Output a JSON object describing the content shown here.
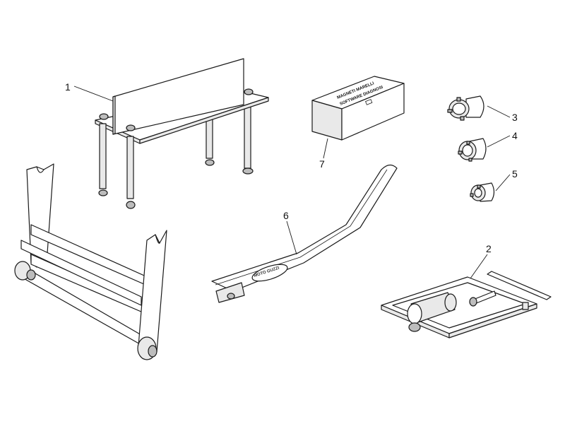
{
  "colors": {
    "line": "#1a1a1a",
    "shade": "#e9e9e9",
    "dark": "#bdbdbd",
    "background": "#ffffff"
  },
  "callouts": {
    "c1": "1",
    "c2": "2",
    "c3": "3",
    "c4": "4",
    "c5": "5",
    "c6": "6",
    "c7": "7"
  },
  "box_label": {
    "line1": "MAGNETI MARELLI",
    "line2": "SOFTWARE DIAGNOSI"
  },
  "emblem": "MOTO GUZZI"
}
